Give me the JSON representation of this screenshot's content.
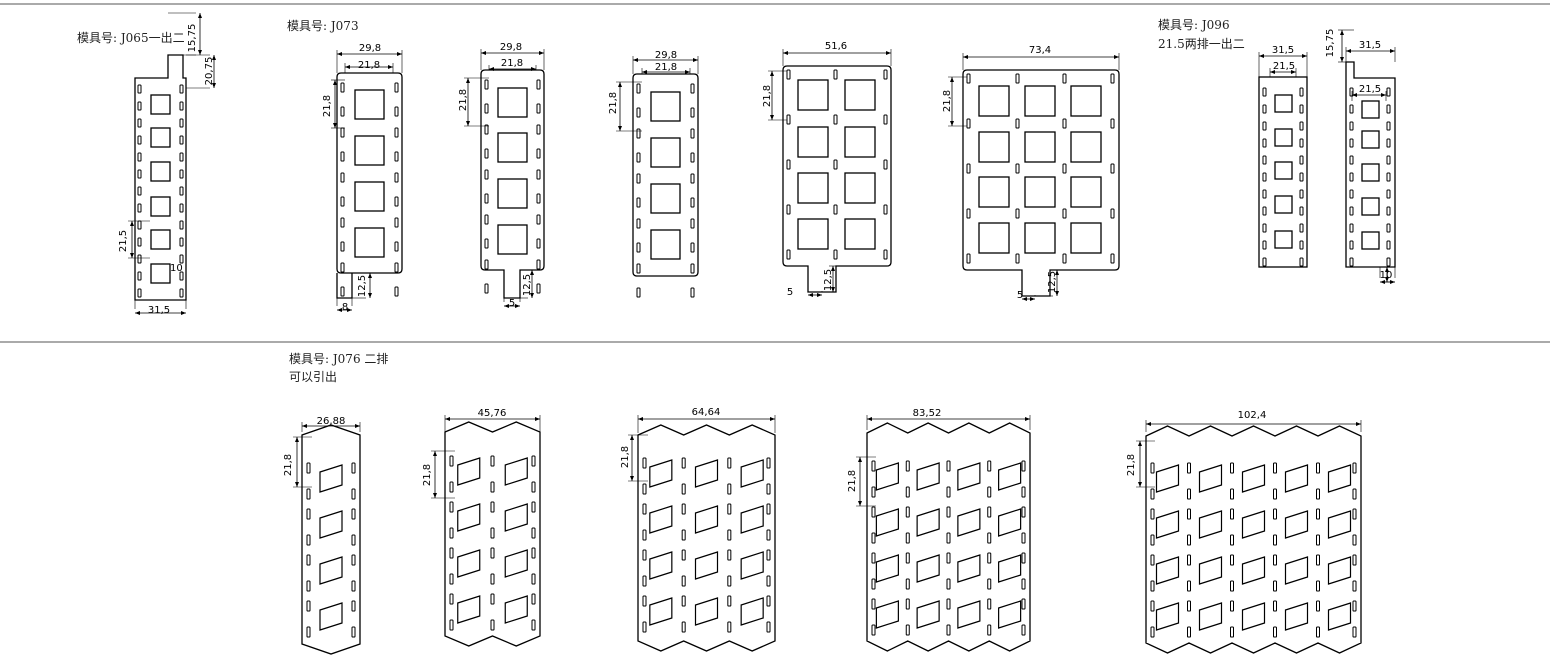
{
  "sections": {
    "j065": {
      "title": "模具号: J065一出二"
    },
    "j073": {
      "title": "模具号: J073"
    },
    "j096": {
      "title": "模具号: J096",
      "subtitle": "21.5两排一出二"
    },
    "j076": {
      "title": "模具号: J076 二排",
      "subtitle": "可以引出"
    }
  },
  "dims": {
    "j065": {
      "top": "15,75",
      "tab": "20,75",
      "pitch": "21,5",
      "gap": "10",
      "width": "31,5"
    },
    "j073_1": {
      "outer": "29,8",
      "inner": "21,8",
      "pitch": "21,8",
      "lead": "12,5",
      "foot": "8"
    },
    "j073_2": {
      "outer": "29,8",
      "inner": "21,8",
      "pitch": "21,8",
      "lead": "12,5",
      "foot": "5"
    },
    "j073_3": {
      "outer": "29,8",
      "inner": "21,8",
      "pitch": "21,8"
    },
    "j073_4": {
      "outer": "51,6",
      "pitch": "21,8",
      "lead": "12,5",
      "foot": "5"
    },
    "j073_5": {
      "outer": "73,4",
      "pitch": "21,8",
      "lead": "12,5",
      "foot": "5"
    },
    "j096_1": {
      "outer": "31,5",
      "inner": "21,5"
    },
    "j096_2": {
      "outer": "31,5",
      "inner": "21,5",
      "top": "15,75",
      "gap": "10"
    },
    "j076_1": {
      "width": "26,88",
      "pitch": "21,8"
    },
    "j076_2": {
      "width": "45,76",
      "pitch": "21,8"
    },
    "j076_3": {
      "width": "64,64",
      "pitch": "21,8"
    },
    "j076_4": {
      "width": "83,52",
      "pitch": "21,8"
    },
    "j076_5": {
      "width": "102,4",
      "pitch": "21,8"
    }
  },
  "colors": {
    "line": "#000000",
    "separator": "#555555"
  }
}
